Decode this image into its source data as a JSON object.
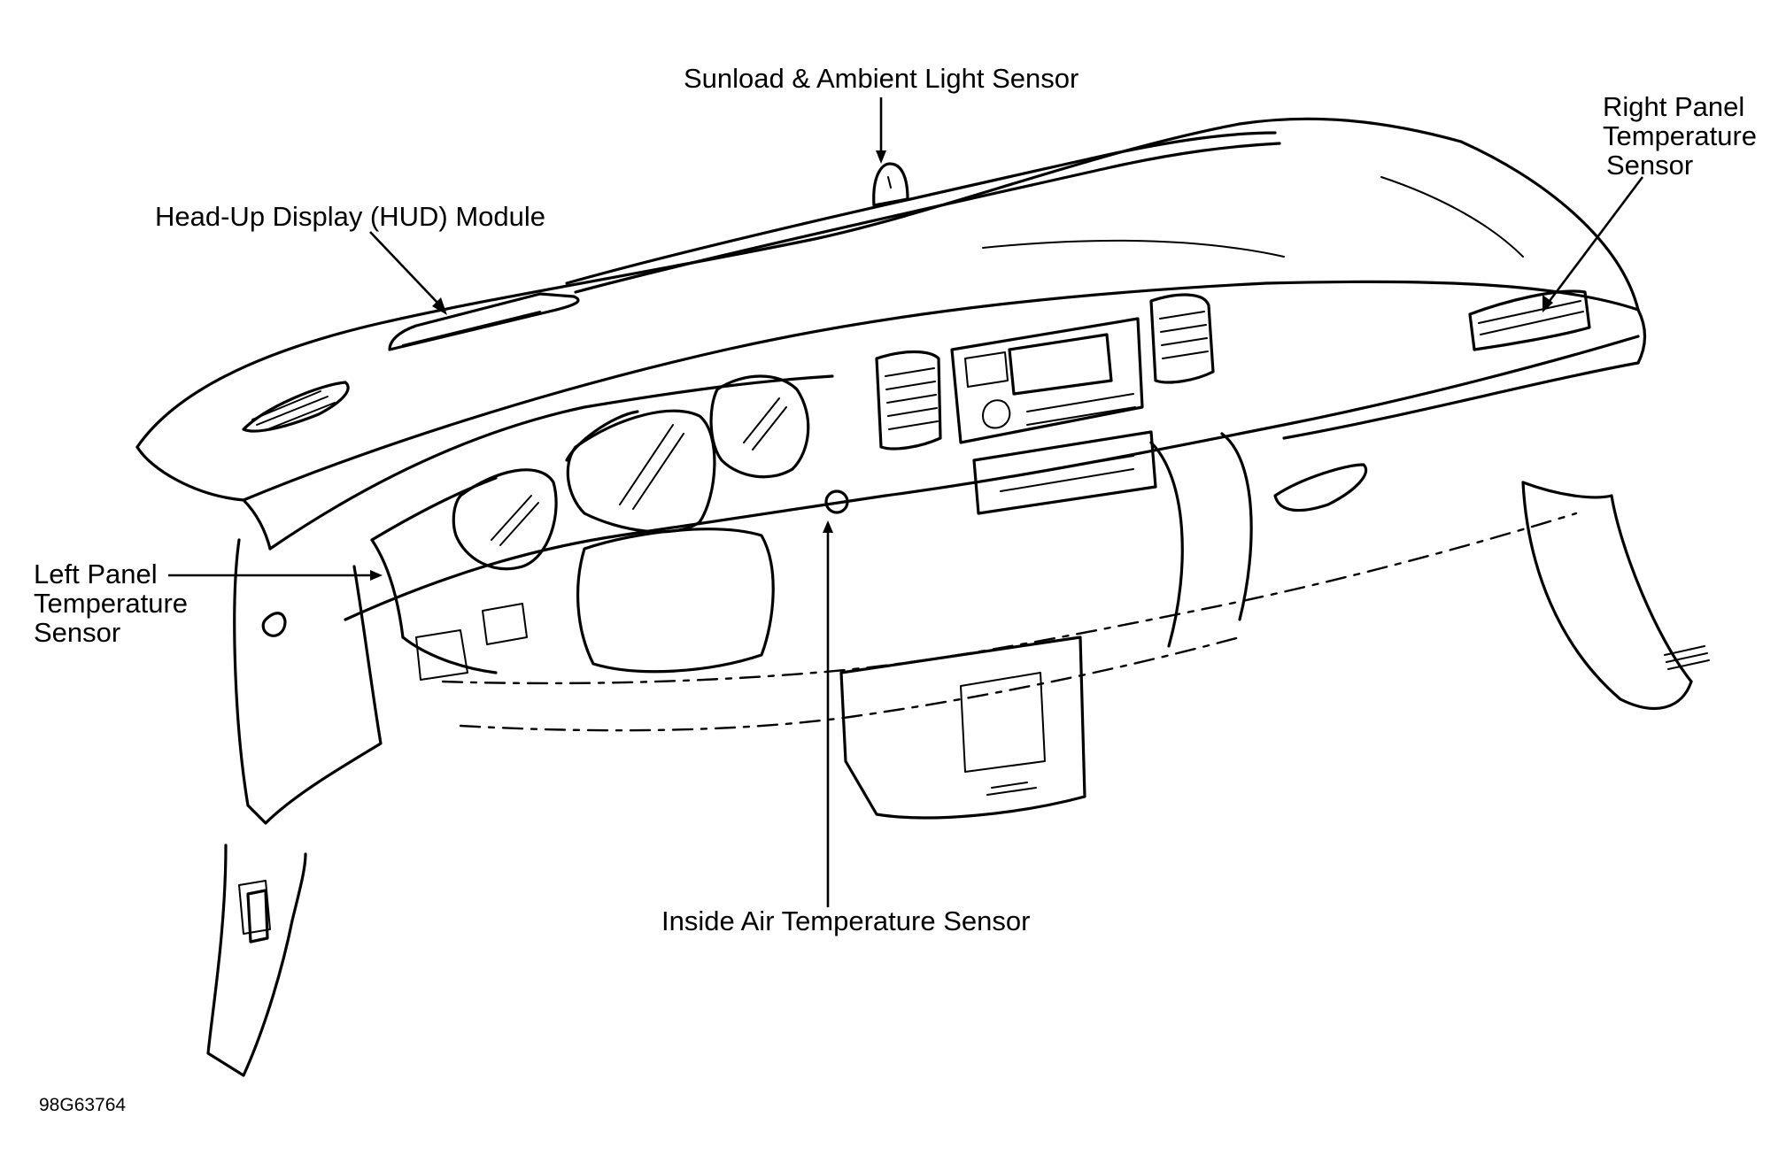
{
  "diagram": {
    "labels": {
      "sunload_sensor": "Sunload & Ambient Light Sensor",
      "hud_module": "Head-Up Display (HUD) Module",
      "right_panel_sensor": [
        "Right Panel",
        "Temperature",
        "Sensor"
      ],
      "left_panel_sensor": [
        "Left Panel",
        "Temperature",
        "Sensor"
      ],
      "inside_air_sensor": "Inside Air Temperature Sensor"
    },
    "figure_id": "98G63764"
  }
}
